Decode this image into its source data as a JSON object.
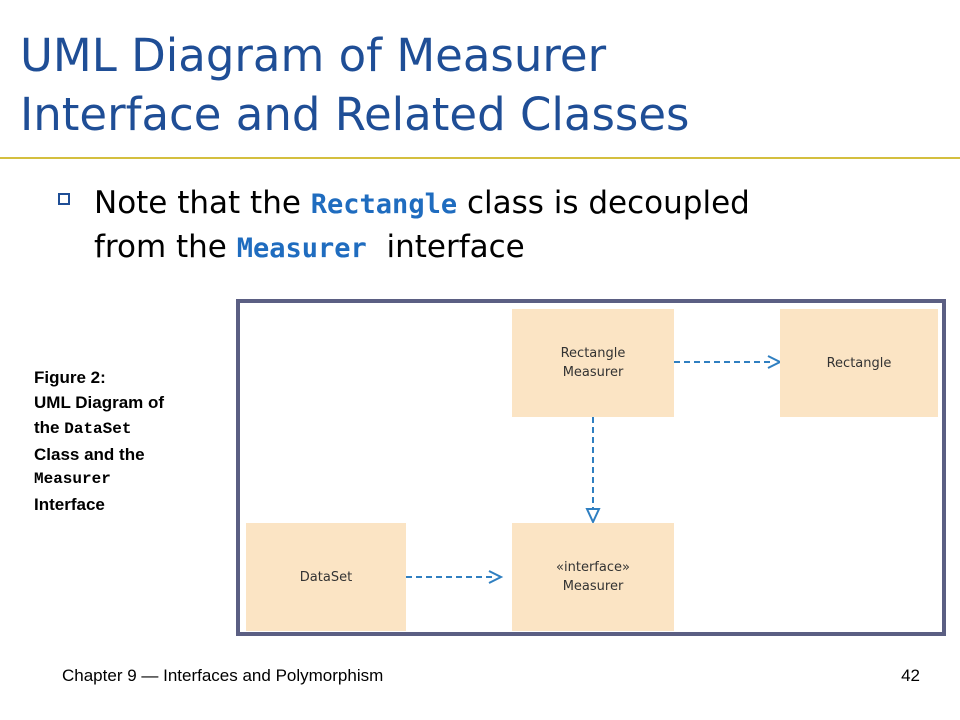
{
  "title": {
    "line1": "UML Diagram of Measurer",
    "line2": "Interface and Related Classes"
  },
  "bullet": {
    "text1": "Note that the ",
    "code1": "Rectangle",
    "text2": " class is decoupled",
    "text3": "from the ",
    "code2": "Measurer",
    "text4": "  interface"
  },
  "caption": {
    "line1": "Figure 2:",
    "line2": "UML Diagram of",
    "line3a": "the ",
    "line3b": "DataSet",
    "line4": "Class and the",
    "line5": "Measurer",
    "line6": "Interface"
  },
  "diagram": {
    "nodes": {
      "rectangle_measurer": [
        "Rectangle",
        "Measurer"
      ],
      "rectangle": [
        "Rectangle"
      ],
      "measurer_interface": [
        "«interface»",
        "Measurer"
      ],
      "dataset": [
        "DataSet"
      ]
    },
    "colors": {
      "node_fill": "#fbe4c4",
      "arrow": "#2f7fc1",
      "frame": "#5b5f83"
    }
  },
  "footer": {
    "chapter": "Chapter 9 — Interfaces and Polymorphism",
    "page": "42"
  }
}
